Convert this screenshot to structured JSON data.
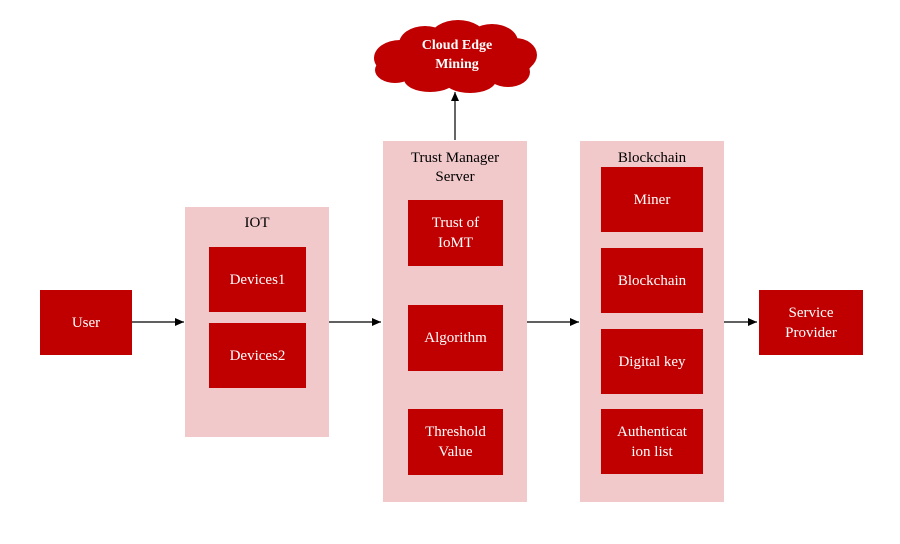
{
  "cloud": {
    "label": "Cloud Edge\nMining"
  },
  "user": {
    "label": "User"
  },
  "iot": {
    "title": "IOT",
    "items": [
      "Devices1",
      "Devices2"
    ]
  },
  "trust_server": {
    "title": "Trust Manager\nServer",
    "items": [
      "Trust of\nIoMT",
      "Algorithm",
      "Threshold\nValue"
    ]
  },
  "blockchain": {
    "title": "Blockchain",
    "items": [
      "Miner",
      "Blockchain",
      "Digital key",
      "Authenticat\nion list"
    ]
  },
  "service_provider": {
    "label": "Service\nProvider"
  },
  "colors": {
    "box": "#c00000",
    "panel": "#f2c9cb",
    "arrow": "#000000"
  }
}
